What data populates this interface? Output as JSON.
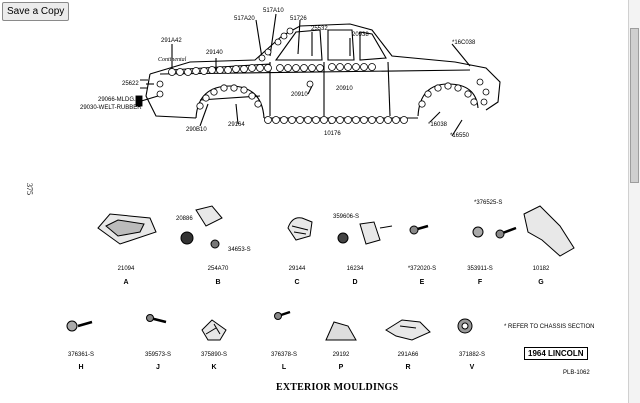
{
  "toolbar": {
    "save_label": "Save a Copy"
  },
  "page": {
    "side_page_number": "375",
    "caption": "EXTERIOR MOULDINGS",
    "plate_number": "PLB-1062",
    "badge": "1964 LINCOLN",
    "chassis_note": "* REFER TO CHASSIS SECTION"
  },
  "car": {
    "script_emblem": "Continental",
    "callouts": {
      "c291A42": "291A42",
      "c517A20": "517A20",
      "c517A10": "517A10",
      "c51726": "51726",
      "c25532": "25532",
      "c20938": "20938",
      "c16C038": "*16C038",
      "c29140": "29140",
      "c25622": "25622",
      "c29066": "29066-MLDG.",
      "c29030": "29030-WELT-RUBBER",
      "c20910a": "20910",
      "c20910b": "20910",
      "c290B10": "290B10",
      "c29164": "29164",
      "c10176": "10176",
      "c16038": "*16038",
      "c16550": "*16550"
    }
  },
  "parts_row1": [
    {
      "number": "21094",
      "letter": "A"
    },
    {
      "number": "254A70",
      "letter": "B"
    },
    {
      "number": "29144",
      "letter": "C"
    },
    {
      "number": "16234",
      "letter": "D"
    },
    {
      "number": "*372020-S",
      "letter": "E"
    },
    {
      "number": "353911-S",
      "letter": "F"
    },
    {
      "number": "10182",
      "letter": "G"
    }
  ],
  "parts_row1_extra": {
    "p20886": "20886",
    "p34653": "34653-S",
    "p359606": "359606-S",
    "p376525": "*376525-S"
  },
  "parts_row2": [
    {
      "number": "376361-S",
      "letter": "H"
    },
    {
      "number": "359573-S",
      "letter": "J"
    },
    {
      "number": "375890-S",
      "letter": "K"
    },
    {
      "number": "376378-S",
      "letter": "L"
    },
    {
      "number": "29192",
      "letter": "P"
    },
    {
      "number": "291A66",
      "letter": "R"
    },
    {
      "number": "371882-S",
      "letter": "V"
    }
  ]
}
